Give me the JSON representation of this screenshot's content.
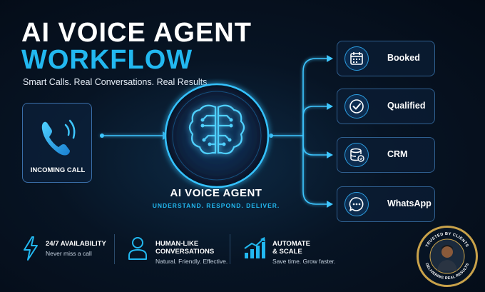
{
  "header": {
    "title_line1": "AI VOICE AGENT",
    "title_line2": "WORKFLOW",
    "subtitle": "Smart Calls. Real Conversations. Real Results."
  },
  "input": {
    "label": "INCOMING CALL",
    "icon": "phone-icon"
  },
  "agent": {
    "title": "AI VOICE AGENT",
    "tagline": "UNDERSTAND. RESPOND. DELIVER.",
    "icon": "brain-icon"
  },
  "outputs": [
    {
      "label": "Booked",
      "icon": "calendar-icon"
    },
    {
      "label": "Qualified",
      "icon": "checkmark-icon"
    },
    {
      "label": "CRM",
      "icon": "database-icon"
    },
    {
      "label": "WhatsApp",
      "icon": "chat-bubble-icon"
    }
  ],
  "features": [
    {
      "title": "24/7 AVAILABILITY",
      "subtitle": "Never miss a call",
      "icon": "lightning-icon"
    },
    {
      "title_line1": "HUMAN-LIKE",
      "title_line2": "CONVERSATIONS",
      "subtitle": "Natural. Friendly. Effective.",
      "icon": "person-icon"
    },
    {
      "title_line1": "AUTOMATE",
      "title_line2": "& SCALE",
      "subtitle": "Save time. Grow faster.",
      "icon": "growth-chart-icon"
    }
  ],
  "badge": {
    "top_text": "TRUSTED BY CLIENTS",
    "bottom_text": "DELIVERING REAL RESULTS"
  },
  "colors": {
    "accent": "#22b8f0",
    "background": "#071424",
    "badge_gold": "#c9a24a"
  }
}
